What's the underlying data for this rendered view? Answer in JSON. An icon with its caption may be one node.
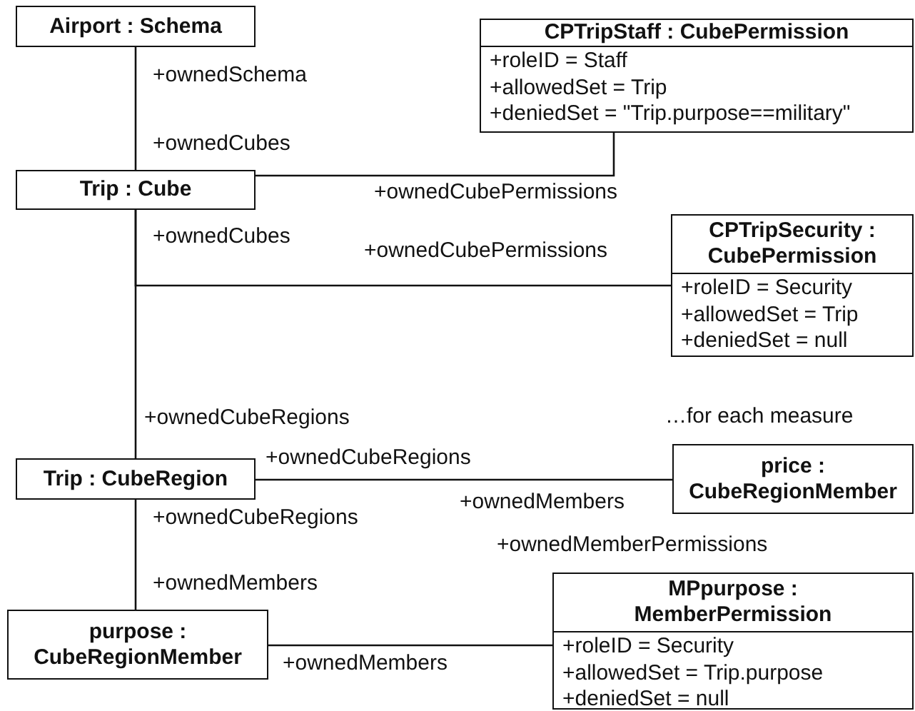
{
  "diagram": {
    "nodes": [
      {
        "text": [
          "Airport : Schema"
        ]
      },
      {
        "text": [
          "CPTripStaff : CubePermission",
          "+roleID = Staff",
          "+allowedSet = Trip",
          "+deniedSet = \"Trip.purpose==military\""
        ]
      },
      {
        "text": [
          "Trip : Cube"
        ]
      },
      {
        "text": [
          "CPTripSecurity : CubePermission",
          "+roleID = Security",
          "+allowedSet = Trip",
          "+deniedSet = null"
        ]
      },
      {
        "text": [
          "Trip : CubeRegion"
        ]
      },
      {
        "text": [
          "price : CubeRegionMember"
        ]
      },
      {
        "text": [
          "purpose : CubeRegionMember"
        ]
      },
      {
        "text": [
          "MPpurpose : MemberPermission",
          "+roleID = Security",
          "+allowedSet = Trip.purpose",
          "+deniedSet = null"
        ]
      }
    ],
    "edges": [
      {
        "from": 0,
        "to": 2,
        "arrow": "none"
      },
      {
        "from": 2,
        "to": 1,
        "arrow": "none",
        "label": "+ownedCubePermissions"
      },
      {
        "from": 2,
        "to": 3,
        "arrow": "none"
      },
      {
        "from": 2,
        "to": 4,
        "arrow": "none"
      },
      {
        "from": 4,
        "to": 5,
        "arrow": "none"
      },
      {
        "from": 4,
        "to": 6,
        "arrow": "none"
      },
      {
        "from": 6,
        "to": 7,
        "arrow": "none"
      }
    ],
    "labels": [
      "+ownedSchema",
      "+ownedCubes",
      "+ownedCubes",
      "+ownedCubePermissions",
      "…for each measure",
      "+ownedCubeRegions",
      "+ownedCubeRegions",
      "+ownedMembers",
      "+ownedCubeRegions",
      "+ownedMemberPermissions",
      "+ownedMembers",
      "+ownedMembers"
    ]
  }
}
